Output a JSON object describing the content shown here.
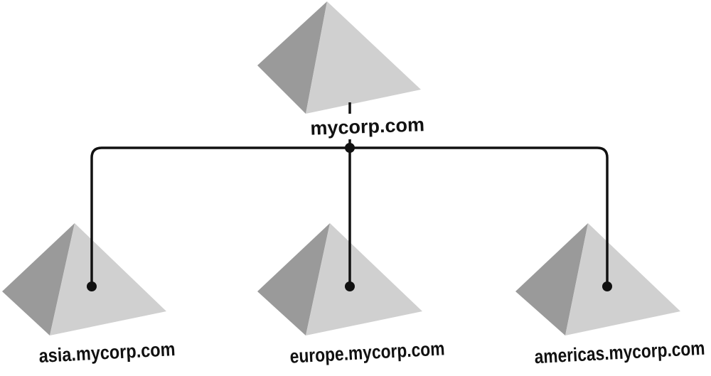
{
  "domains": {
    "root": {
      "label": "mycorp.com"
    },
    "children": [
      {
        "label": "asia.mycorp.com"
      },
      {
        "label": "europe.mycorp.com"
      },
      {
        "label": "americas.mycorp.com"
      }
    ]
  },
  "colors": {
    "pyramid_light": "#d0d0d0",
    "pyramid_dark": "#9a9a9a",
    "line": "#111111"
  }
}
